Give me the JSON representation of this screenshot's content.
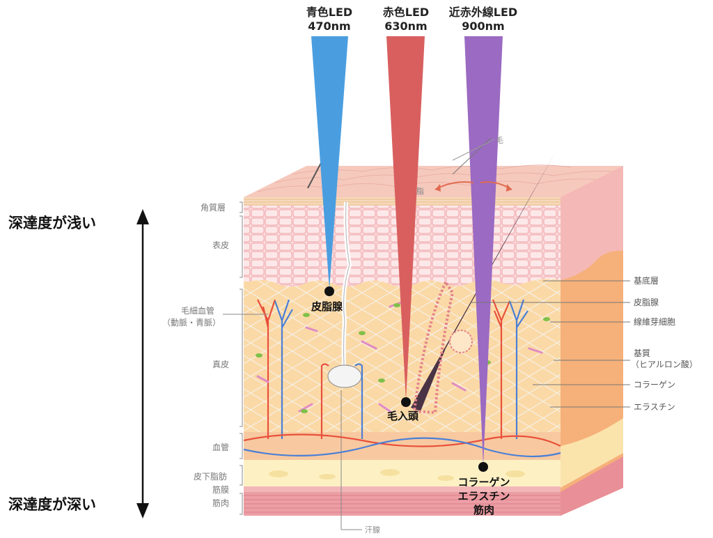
{
  "leds": [
    {
      "name": "青色LED",
      "wavelength": "470nm",
      "color": "#4a9ee0"
    },
    {
      "name": "赤色LED",
      "wavelength": "630nm",
      "color": "#d95f5f"
    },
    {
      "name": "近赤外線LED",
      "wavelength": "900nm",
      "color": "#9b6ac2"
    }
  ],
  "depth": {
    "shallow": "深達度が浅い",
    "deep": "深達度が深い"
  },
  "left_layers": {
    "stratum_corneum": "角質層",
    "epidermis": "表皮",
    "capillary": "毛細血管",
    "capillary_sub": "（動脈・青脈）",
    "dermis": "真皮",
    "blood_vessel": "血管",
    "subcutaneous_fat": "皮下脂肪",
    "fascia": "筋膜",
    "muscle": "筋肉"
  },
  "right_labels": {
    "basal_layer": "基底層",
    "sebaceous_gland": "皮脂腺",
    "fibroblast": "線維芽細胞",
    "matrix": "基質",
    "matrix_sub": "（ヒアルロン酸）",
    "collagen": "コラーゲン",
    "elastin": "エラスチン"
  },
  "targets": {
    "blue": "皮脂腺",
    "red": "毛入頭",
    "nir_1": "コラーゲン",
    "nir_2": "エラスチン",
    "nir_3": "筋肉"
  },
  "misc": {
    "hair": "毛",
    "pore": "脂",
    "sweat_gland": "汗腺"
  },
  "colors": {
    "epidermis": "#f7c6c8",
    "dermis": "#fbd9a6",
    "fat": "#fdf1c4",
    "muscle": "#eda0a6",
    "artery": "#e8503a",
    "vein": "#4a7fd6"
  }
}
